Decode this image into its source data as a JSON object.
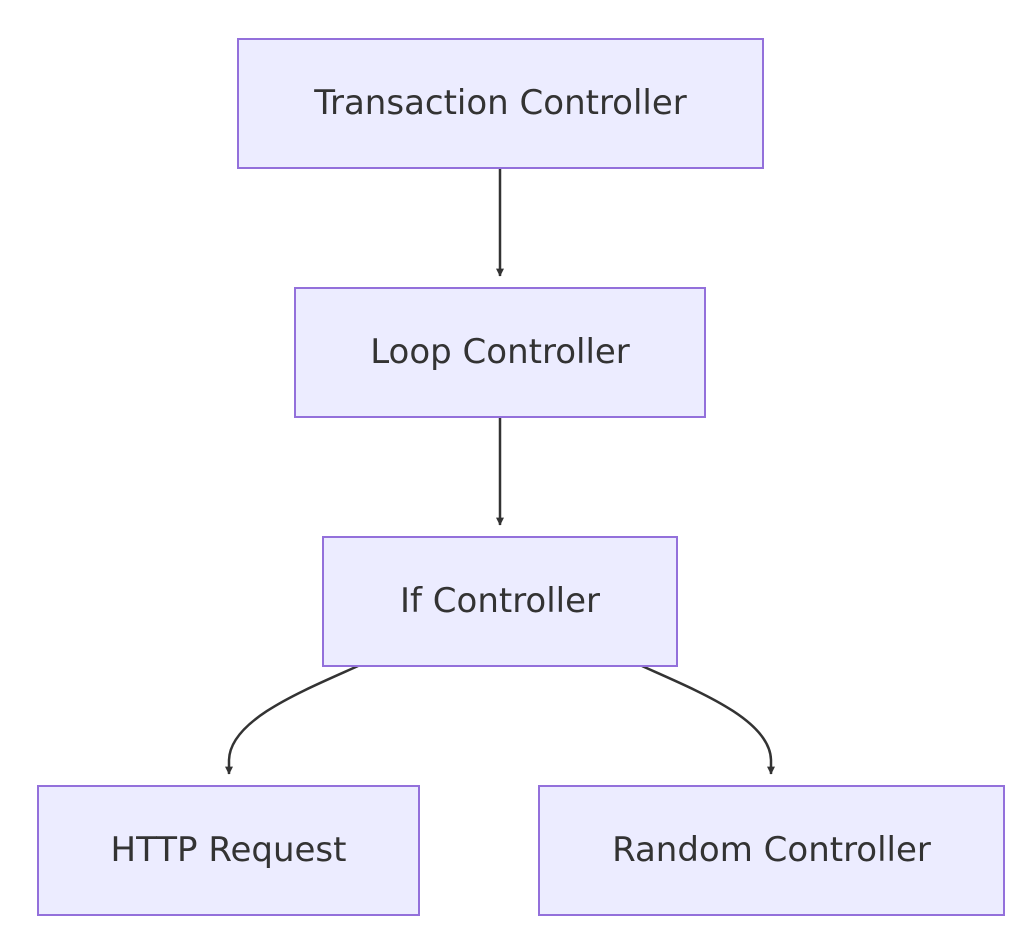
{
  "diagram": {
    "type": "flowchart",
    "direction": "top-down",
    "colors": {
      "node_fill": "#ececff",
      "node_stroke": "#9370db",
      "edge": "#333333",
      "text": "#333333",
      "background": "#ffffff"
    },
    "nodes": {
      "transaction": {
        "label": "Transaction Controller"
      },
      "loop": {
        "label": "Loop Controller"
      },
      "if": {
        "label": "If Controller"
      },
      "http": {
        "label": "HTTP Request"
      },
      "random": {
        "label": "Random Controller"
      }
    },
    "edges": [
      {
        "from": "transaction",
        "to": "loop"
      },
      {
        "from": "loop",
        "to": "if"
      },
      {
        "from": "if",
        "to": "http"
      },
      {
        "from": "if",
        "to": "random"
      }
    ]
  }
}
